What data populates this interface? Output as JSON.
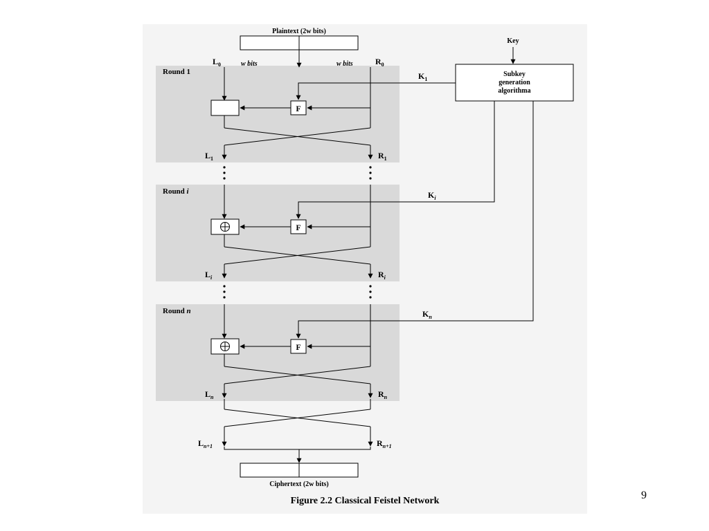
{
  "diagram": {
    "top_label": "Plaintext (2w bits)",
    "bottom_label": "Ciphertext (2w bits)",
    "key_label": "Key",
    "subkey_box": [
      "Subkey",
      "generation",
      "algorithma"
    ],
    "w_bits_left": "w bits",
    "w_bits_right": "w bits",
    "f_label": "F",
    "rounds": [
      {
        "label": "Round 1",
        "key": "K",
        "key_sub": "1",
        "left_out": "L",
        "left_out_sub": "1",
        "right_out": "R",
        "right_out_sub": "1"
      },
      {
        "label": "Round i",
        "key": "K",
        "key_sub": "i",
        "left_out": "L",
        "left_out_sub": "i",
        "right_out": "R",
        "right_out_sub": "i"
      },
      {
        "label": "Round n",
        "key": "K",
        "key_sub": "n",
        "left_out": "L",
        "left_out_sub": "n",
        "right_out": "R",
        "right_out_sub": "n"
      }
    ],
    "l0": "L",
    "l0_sub": "0",
    "r0": "R",
    "r0_sub": "0",
    "final_left": "L",
    "final_left_sub": "n+1",
    "final_right": "R",
    "final_right_sub": "n+1"
  },
  "caption": "Figure 2.2  Classical Feistel Network",
  "page_number": "9",
  "colors": {
    "round_shading": "#d9d9d9",
    "panel_bg": "#f4f4f4",
    "line": "#000000"
  }
}
